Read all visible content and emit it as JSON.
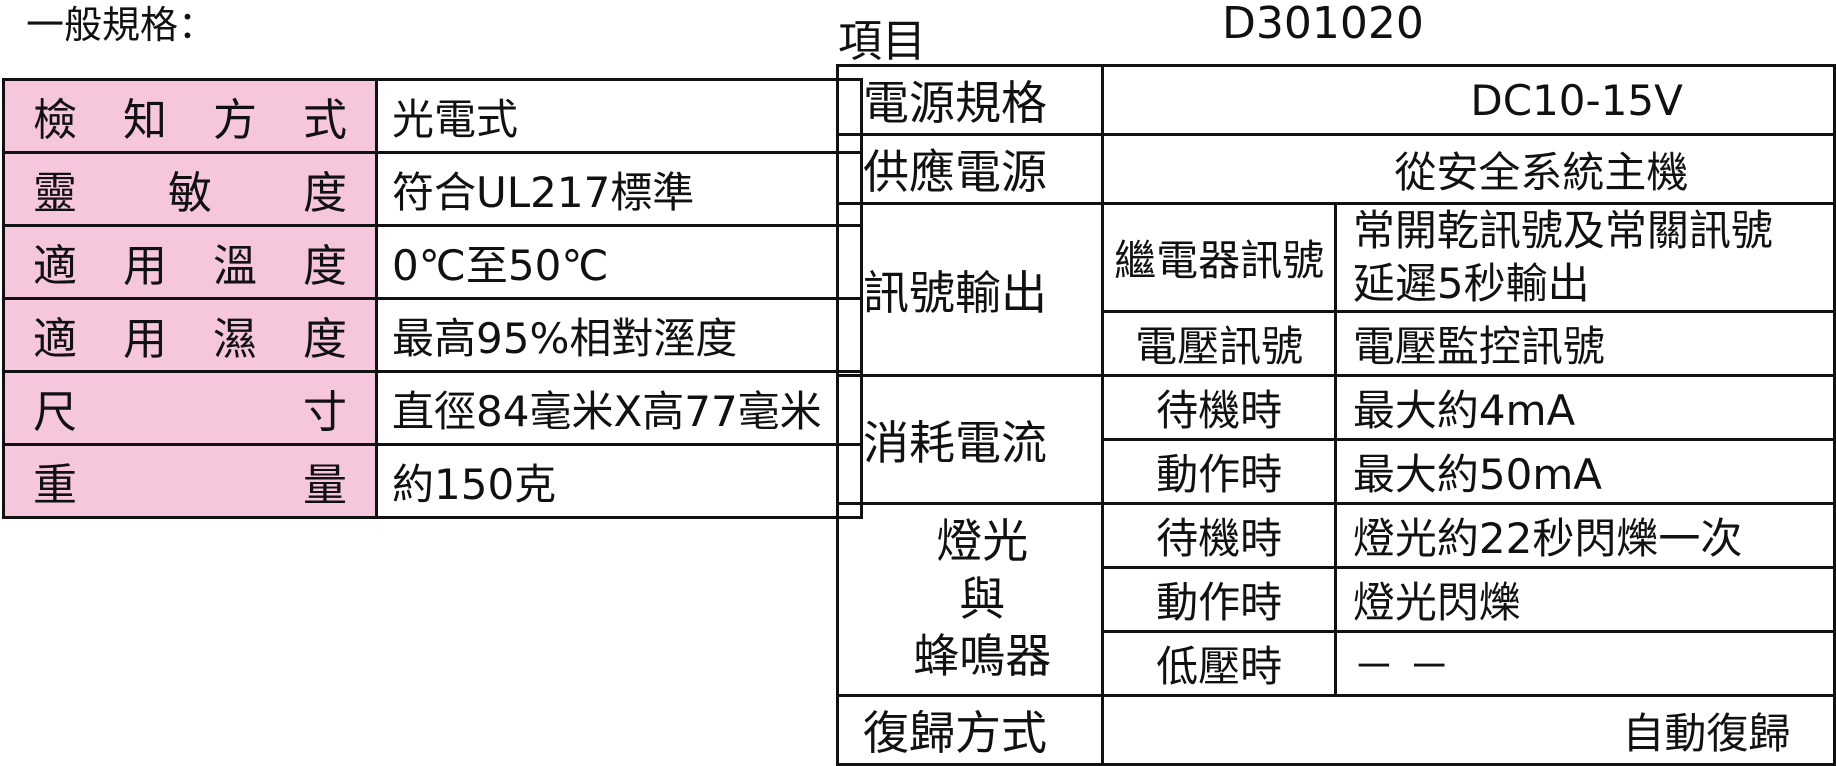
{
  "general": {
    "title": "一般規格：",
    "rows": [
      {
        "label": [
          "檢",
          "知",
          "方",
          "式"
        ],
        "value": "光電式"
      },
      {
        "label": [
          "靈",
          "敏",
          "度"
        ],
        "value": "符合UL217標準"
      },
      {
        "label": [
          "適",
          "用",
          "溫",
          "度"
        ],
        "value": "0℃至50℃"
      },
      {
        "label": [
          "適",
          "用",
          "濕",
          "度"
        ],
        "value": "最高95%相對溼度"
      },
      {
        "label": [
          "尺",
          "寸"
        ],
        "value": "直徑84毫米X高77毫米"
      },
      {
        "label": [
          "重",
          "量"
        ],
        "value": "約150克"
      }
    ],
    "label_color": "#f5c6dc"
  },
  "spec": {
    "item_header": "項目",
    "model": "D301020",
    "power_label": "電源規格",
    "power_value": "DC10-15V",
    "supply_label": "供應電源",
    "supply_value": "從安全系統主機",
    "signal_label": "訊號輸出",
    "relay_label": "繼電器訊號",
    "relay_value_1": "常開乾訊號及常關訊號",
    "relay_value_2": "延遲5秒輸出",
    "voltage_label": "電壓訊號",
    "voltage_value": "電壓監控訊號",
    "current_label": "消耗電流",
    "standby_label": "待機時",
    "standby_current": "最大約4mA",
    "active_label": "動作時",
    "active_current": "最大約50mA",
    "light_label_1": "燈光",
    "light_label_2": "與",
    "light_label_3": "蜂鳴器",
    "light_standby_label": "待機時",
    "light_standby_value": "燈光約22秒閃爍一次",
    "light_active_label": "動作時",
    "light_active_value": "燈光閃爍",
    "lowvolt_label": "低壓時",
    "lowvolt_value": "－ －",
    "reset_label": "復歸方式",
    "reset_value": "自動復歸"
  }
}
